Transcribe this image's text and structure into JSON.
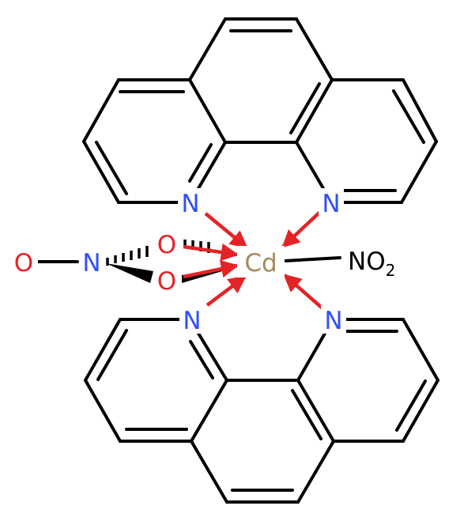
{
  "atoms": {
    "metal": {
      "symbol": "Cd"
    },
    "ligand_top_n_left": {
      "symbol": "N"
    },
    "ligand_top_n_right": {
      "symbol": "N"
    },
    "ligand_bottom_n_left": {
      "symbol": "N"
    },
    "ligand_bottom_n_right": {
      "symbol": "N"
    },
    "nitrate_oxygen_upper": {
      "symbol": "O"
    },
    "nitrate_oxygen_lower": {
      "symbol": "O"
    },
    "nitrate_nitrogen": {
      "symbol": "N"
    },
    "nitrate_oxygen_terminal": {
      "symbol": "O"
    },
    "nitro_group": {
      "symbol": "NO",
      "subscript": "2"
    }
  },
  "colors": {
    "bond": "#000000",
    "coordination_arrow": "#e32326",
    "nitrogen": "#3050f8",
    "oxygen": "#e32326",
    "cadmium": "#a58a5c"
  }
}
